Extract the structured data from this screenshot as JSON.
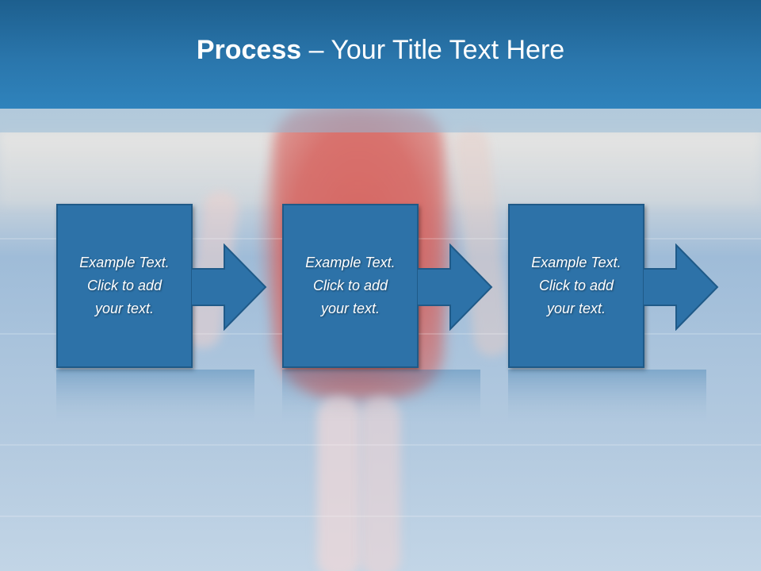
{
  "title": {
    "bold": "Process",
    "rest": " – Your Title Text Here"
  },
  "steps": [
    {
      "text": "Example Text.\nClick  to add\nyour text."
    },
    {
      "text": "Example Text.\nClick  to add\nyour text."
    },
    {
      "text": "Example Text.\nClick  to add\nyour text."
    }
  ],
  "colors": {
    "header": "#2a76ac",
    "box": "#2d72a8",
    "box_border": "#1f5a88",
    "text": "#ffffff"
  }
}
